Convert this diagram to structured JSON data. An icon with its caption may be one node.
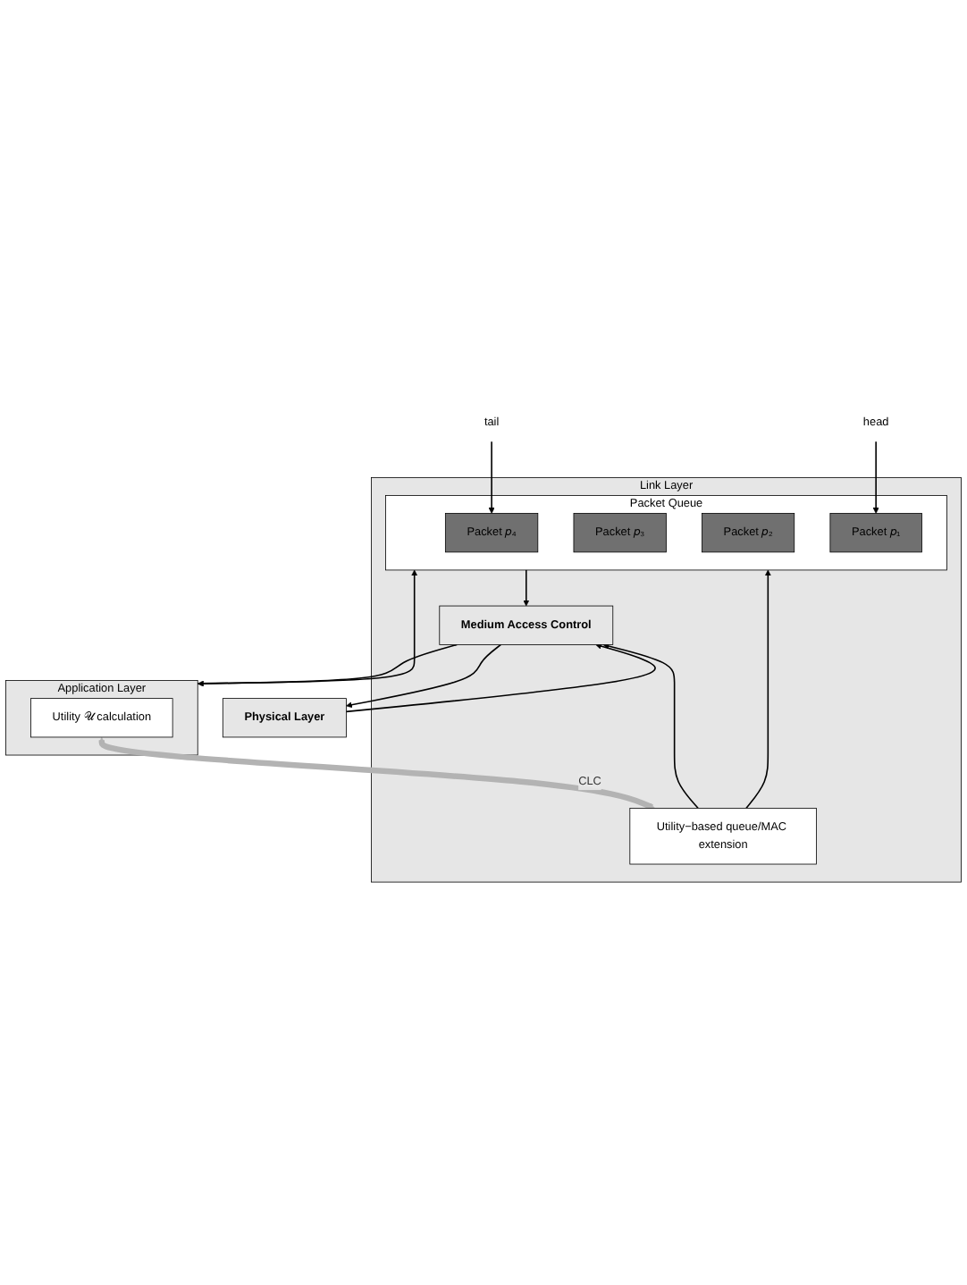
{
  "diagram": {
    "nodes": [
      {
        "text": [
          "Application Layer"
        ]
      },
      {
        "text": [
          "Utility 𝒰 calculation"
        ],
        "in": 0
      },
      {
        "text": [
          "Link Layer"
        ]
      },
      {
        "text": [
          "Packet Queue"
        ],
        "in": 2
      },
      {
        "text": [
          "Packet 𝑝₄"
        ],
        "in": 3
      },
      {
        "text": [
          "Packet 𝑝₃"
        ],
        "in": 3
      },
      {
        "text": [
          "Packet 𝑝₂"
        ],
        "in": 3
      },
      {
        "text": [
          "Packet 𝑝₁"
        ],
        "in": 3
      },
      {
        "text": [
          "Utility−based queue/MAC extension"
        ],
        "in": 2
      },
      {
        "text": [
          "Medium Access Control"
        ],
        "in": 2
      },
      {
        "text": [
          "Physical Layer"
        ]
      },
      {
        "text": [
          "tail"
        ]
      },
      {
        "text": [
          "head"
        ]
      }
    ],
    "edges": [
      {
        "from": 0,
        "to": 3,
        "arrow": "to"
      },
      {
        "from": 1,
        "to": 8,
        "label": "CLC",
        "arrow": "both",
        "style": "thick",
        "color": "#b3b3b3"
      },
      {
        "from": 8,
        "to": 3,
        "arrow": "to"
      },
      {
        "from": 8,
        "to": 9,
        "arrow": "to"
      },
      {
        "from": 3,
        "to": 9,
        "arrow": "to"
      },
      {
        "from": 9,
        "to": 10,
        "arrow": "to"
      },
      {
        "from": 10,
        "to": 9,
        "arrow": "to"
      },
      {
        "from": 9,
        "to": 0,
        "arrow": "to"
      },
      {
        "from": 11,
        "to": 4,
        "arrow": "to"
      },
      {
        "from": 12,
        "to": 7,
        "arrow": "to"
      }
    ]
  }
}
